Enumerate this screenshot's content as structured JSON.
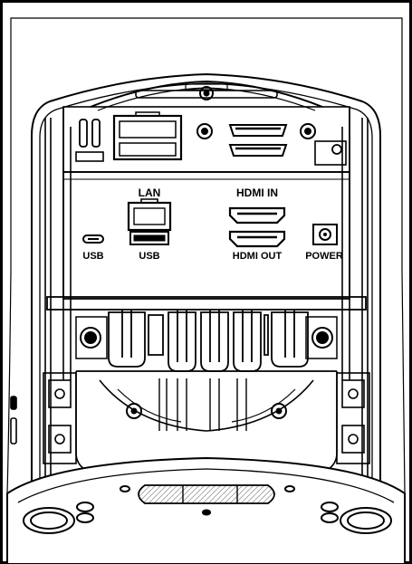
{
  "labels": {
    "lan": "LAN",
    "hdmi_in": "HDMI IN",
    "usb_c": "USB",
    "usb_a": "USB",
    "hdmi_out": "HDMI OUT",
    "power": "POWER"
  },
  "colors": {
    "ink": "#000000",
    "paper": "#ffffff",
    "shade": "#d9d9d9"
  }
}
